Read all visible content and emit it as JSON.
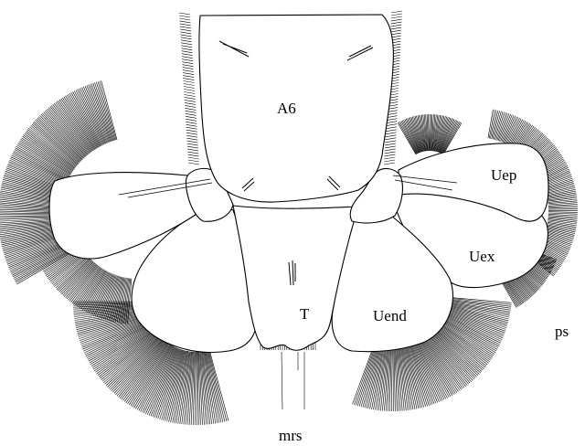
{
  "labels": {
    "a6": "A6",
    "uep": "Uep",
    "uex": "Uex",
    "uend": "Uend",
    "t": "T",
    "ps": "ps",
    "mrs": "mrs"
  }
}
